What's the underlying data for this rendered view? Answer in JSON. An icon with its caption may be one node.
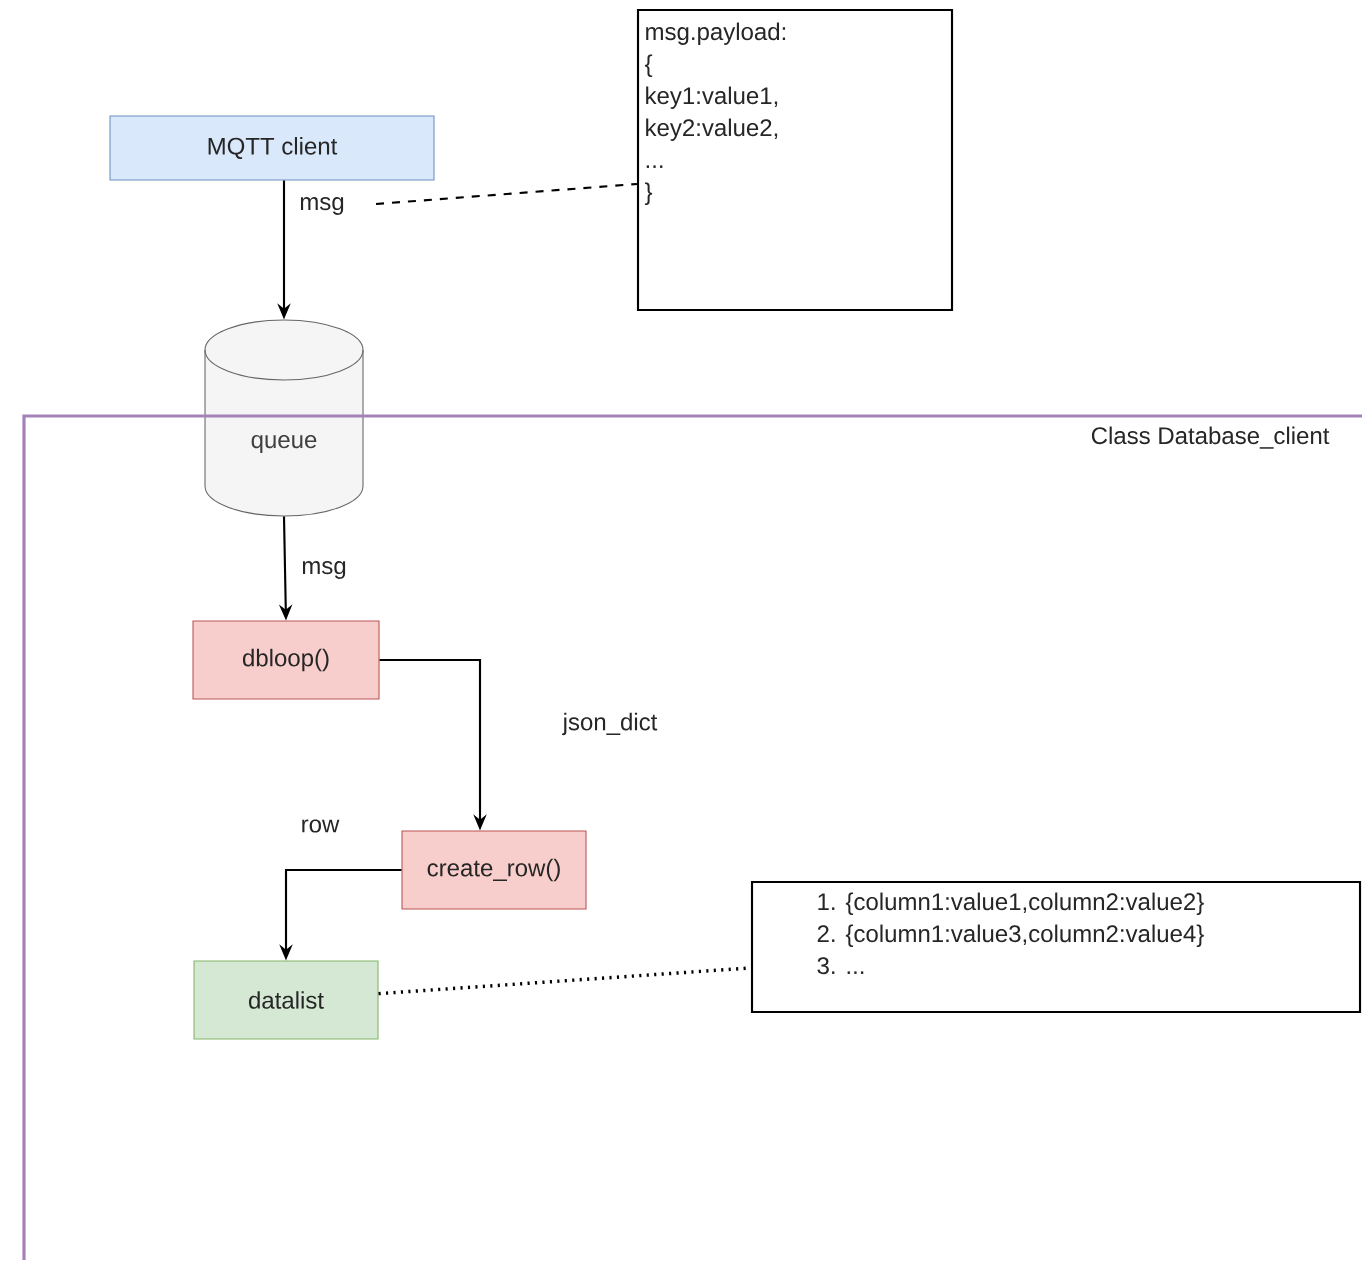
{
  "diagram": {
    "nodes": [
      {
        "text": [
          "MQTT client"
        ]
      },
      {
        "text": [
          "msg.payload:",
          "{",
          "key1:value1,",
          "key2:value2,",
          "...",
          "}"
        ]
      },
      {
        "text": [
          "queue"
        ]
      },
      {
        "text": [
          "Class Database_client"
        ]
      },
      {
        "text": [
          "dbloop()"
        ],
        "in": 3
      },
      {
        "text": [
          "create_row()"
        ],
        "in": 3
      },
      {
        "text": [
          "datalist"
        ],
        "in": 3
      },
      {
        "text": [
          "1. {column1:value1,column2:value2}",
          "2. {column1:value3,column2:value4}",
          "3. ..."
        ],
        "in": 3
      }
    ],
    "edges": [
      {
        "from": 0,
        "to": 2,
        "arrow": "to",
        "label": "msg"
      },
      {
        "from": 0,
        "to": 1,
        "arrow": "none",
        "style": "dashed"
      },
      {
        "from": 2,
        "to": 4,
        "arrow": "to",
        "label": "msg"
      },
      {
        "from": 4,
        "to": 5,
        "arrow": "to",
        "label": "json_dict"
      },
      {
        "from": 5,
        "to": 6,
        "arrow": "to",
        "label": "row"
      },
      {
        "from": 6,
        "to": 7,
        "arrow": "none",
        "style": "dashed"
      }
    ]
  }
}
